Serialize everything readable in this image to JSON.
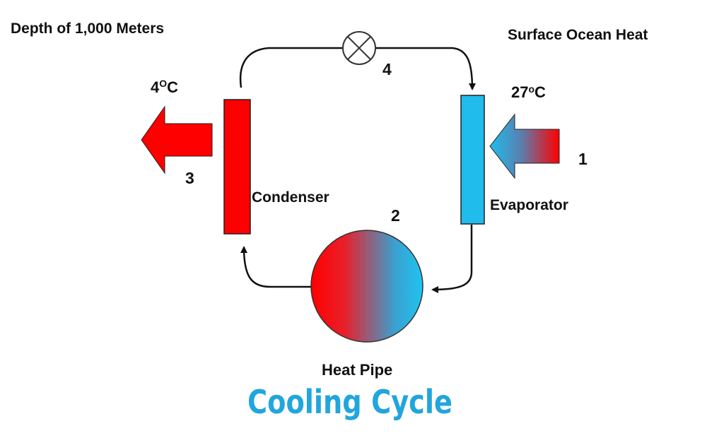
{
  "labels": {
    "depth": "Depth of 1,000 Meters",
    "surface": "Surface Ocean Heat",
    "cold_temp": "4",
    "cold_temp_sup": "O",
    "cold_temp_unit": "C",
    "warm_temp": "27",
    "warm_temp_sup": "o",
    "warm_temp_unit": "C",
    "condenser": "Condenser",
    "evaporator": "Evaporator",
    "heat_pipe": "Heat Pipe",
    "title": "Cooling Cycle"
  },
  "steps": [
    "1",
    "2",
    "3",
    "4"
  ],
  "colors": {
    "hot": "#ff0000",
    "cold": "#1fbcec",
    "title": "#21a6dc",
    "line": "#111111"
  }
}
